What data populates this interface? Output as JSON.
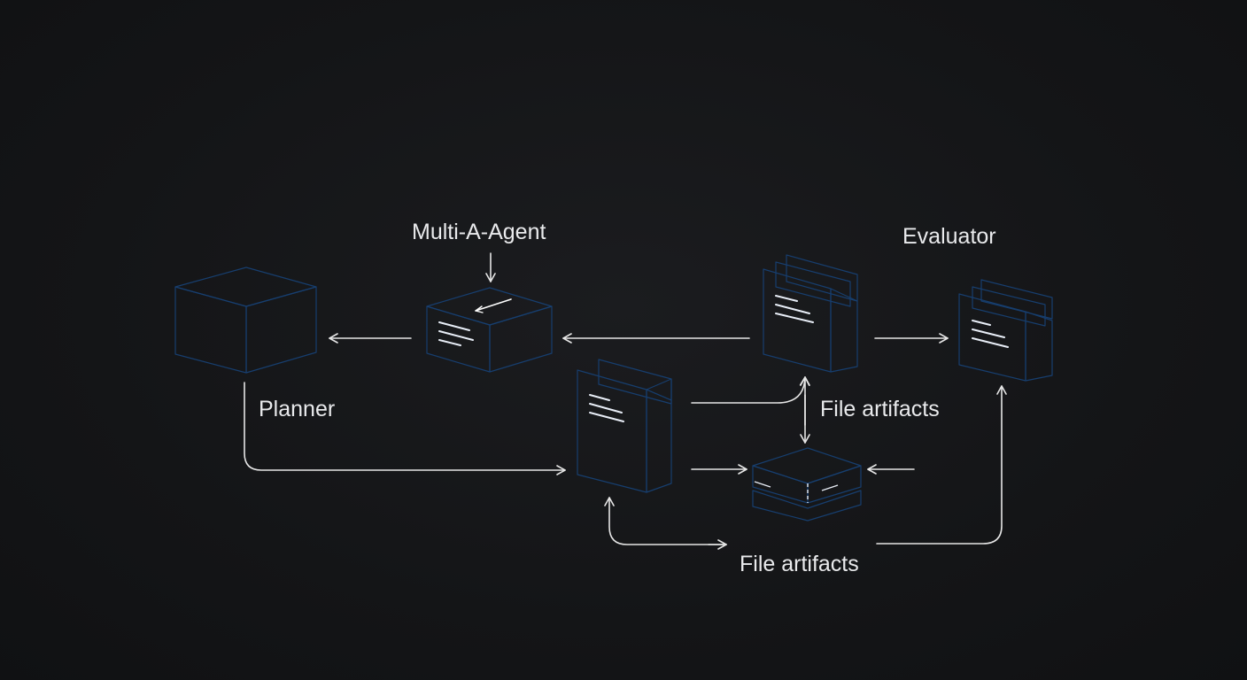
{
  "diagram": {
    "colors": {
      "background": "#141517",
      "node_front": "#3e84cf",
      "node_top": "#4d93dc",
      "node_side": "#2f6fb7",
      "arrow": "#e6e6e6",
      "text": "#e9eaec"
    },
    "labels": {
      "multi_agent": "Multi-A-Agent",
      "evaluator": "Evaluator",
      "planner": "Planner",
      "file_artifacts_1": "File artifacts",
      "file_artifacts_2": "File artifacts"
    },
    "nodes": [
      {
        "id": "planner-cube",
        "icon": "cube-icon"
      },
      {
        "id": "agent-box",
        "icon": "box-icon"
      },
      {
        "id": "doc-top",
        "icon": "document-stack-icon"
      },
      {
        "id": "evaluator-doc",
        "icon": "document-stack-icon"
      },
      {
        "id": "doc-center",
        "icon": "document-stack-icon"
      },
      {
        "id": "artifact-store",
        "icon": "tray-icon"
      }
    ]
  }
}
